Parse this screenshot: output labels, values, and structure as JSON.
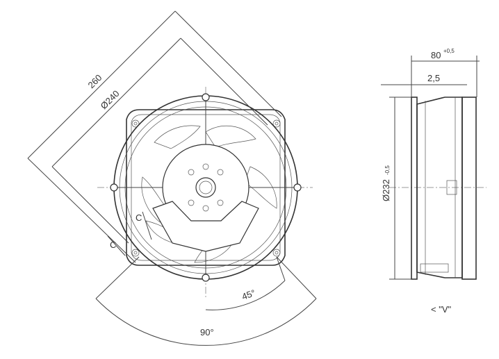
{
  "dimensions": {
    "overall": "260",
    "diameter_outer": "Ø240",
    "angle_large": "90°",
    "angle_small": "45°",
    "section_mark_outer": "C",
    "section_mark_inner": "C",
    "depth": "80",
    "depth_tol": "+0,5",
    "flange": "2,5",
    "diameter_side": "Ø232",
    "diameter_side_tol": "-0,5"
  },
  "view_label": "< \"V\""
}
